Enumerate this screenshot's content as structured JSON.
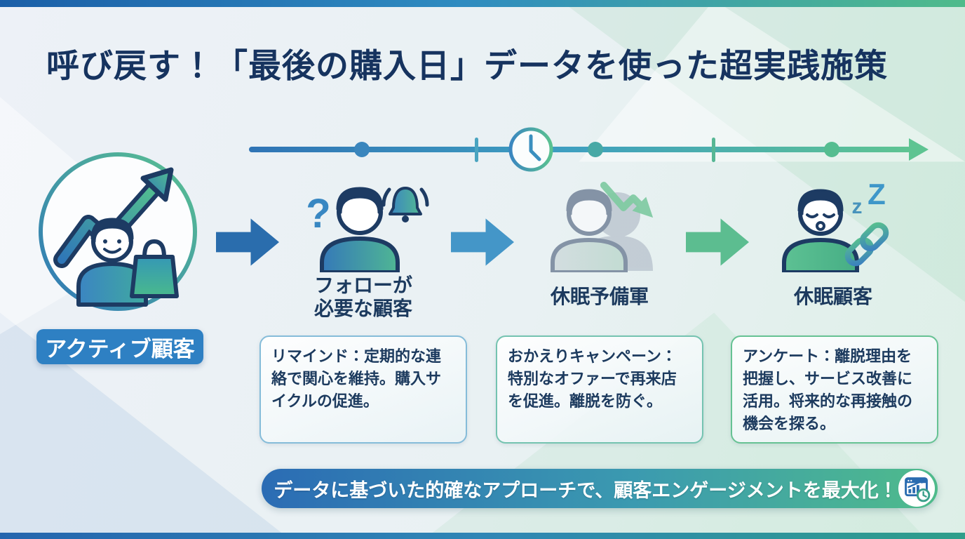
{
  "title": "呼び戻す！「最後の購入日」データを使った超実践施策",
  "active_customer": {
    "badge_label": "アクティブ顧客",
    "icon": "growth-chart-customer-shopping-bag-icon"
  },
  "timeline": {
    "type": "gradient-arrow-timeline",
    "milestones": 3,
    "clock_icon": "clock-icon"
  },
  "glyphs": {
    "question": "?",
    "sleep_small": "z",
    "sleep_large": "Z"
  },
  "stages": [
    {
      "label_line1": "フォローが",
      "label_line2": "必要な顧客",
      "description": "リマインド：定期的な連絡で関心を維持。購入サイクルの促進。",
      "icon": "customer-question-bell-icon"
    },
    {
      "label_line1": "休眠予備軍",
      "label_line2": "",
      "description": "おかえりキャンペーン：特別なオファーで再来店を促進。離脱を防ぐ。",
      "icon": "fading-customer-decline-arrow-icon"
    },
    {
      "label_line1": "休眠顧客",
      "label_line2": "",
      "description": "アンケート：離脱理由を把握し、サービス改善に活用。将来的な再接触の機会を探る。",
      "icon": "sleeping-customer-chain-link-icon"
    }
  ],
  "banner": {
    "text": "データに基づいた的確なアプローチで、顧客エンゲージメントを最大化！",
    "icon": "analytics-dashboard-clock-icon"
  },
  "colors": {
    "title_navy": "#16335f",
    "text_navy": "#1c3a5e",
    "badge_bg": "#2e80c3",
    "arrow_1": "#2a6dad",
    "arrow_2": "#4496c8",
    "arrow_3": "#5cbd90",
    "timeline_start": "#2f74b5",
    "timeline_end": "#5ec492",
    "banner_start": "#2b6cb4",
    "banner_end": "#4fbb8b",
    "box1_border": "#85bcd9",
    "box2_border": "#74c3b0",
    "box3_border": "#66c293"
  }
}
